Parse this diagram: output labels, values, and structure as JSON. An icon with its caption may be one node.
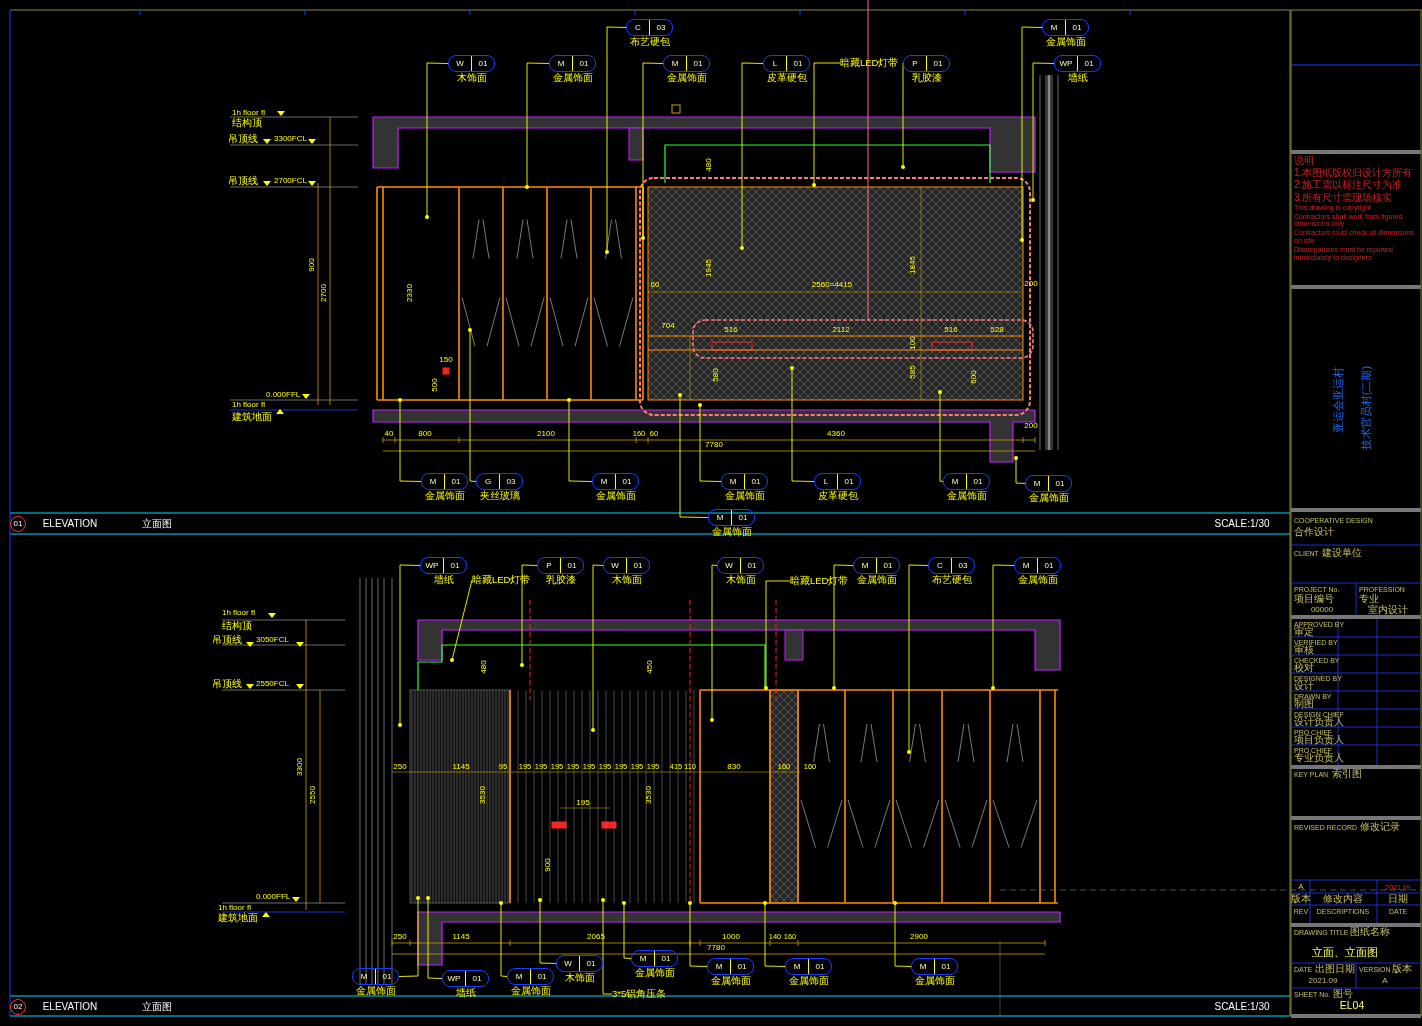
{
  "diagram": {
    "nodes": [
      {
        "text": [
          "W",
          "01"
        ],
        "beside": [
          "木饰面"
        ]
      },
      {
        "text": [
          "M",
          "01"
        ],
        "beside": [
          "金属饰面"
        ]
      },
      {
        "text": [
          "C",
          "03"
        ],
        "beside": [
          "布艺硬包"
        ]
      },
      {
        "text": [
          "M",
          "01"
        ],
        "beside": [
          "金属饰面"
        ]
      },
      {
        "text": [
          "L",
          "01"
        ],
        "beside": [
          "皮革硬包"
        ]
      },
      {
        "text": [
          "暗藏LED灯带"
        ]
      },
      {
        "text": [
          "P",
          "01"
        ],
        "beside": [
          "乳胶漆"
        ]
      },
      {
        "text": [
          "M",
          "01"
        ],
        "beside": [
          "金属饰面"
        ]
      },
      {
        "text": [
          "WP",
          "01"
        ],
        "beside": [
          "墙纸"
        ]
      },
      {
        "text": [
          "M",
          "01"
        ],
        "beside": [
          "金属饰面"
        ]
      },
      {
        "text": [
          "G",
          "03"
        ],
        "beside": [
          "夹丝玻璃"
        ]
      },
      {
        "text": [
          "M",
          "01"
        ],
        "beside": [
          "金属饰面"
        ]
      },
      {
        "text": [
          "M",
          "01"
        ],
        "beside": [
          "金属饰面"
        ]
      },
      {
        "text": [
          "L",
          "01"
        ],
        "beside": [
          "皮革硬包"
        ]
      },
      {
        "text": [
          "M",
          "01"
        ],
        "beside": [
          "金属饰面"
        ]
      },
      {
        "text": [
          "M",
          "01"
        ],
        "beside": [
          "金属饰面"
        ]
      },
      {
        "text": [
          "M",
          "01"
        ],
        "beside": [
          "金属饰面"
        ]
      },
      {
        "text": [
          "WP",
          "01"
        ],
        "beside": [
          "墙纸"
        ]
      },
      {
        "text": [
          "暗藏LED灯带"
        ]
      },
      {
        "text": [
          "P",
          "01"
        ],
        "beside": [
          "乳胶漆"
        ]
      },
      {
        "text": [
          "W",
          "01"
        ],
        "beside": [
          "木饰面"
        ]
      },
      {
        "text": [
          "W",
          "01"
        ],
        "beside": [
          "木饰面"
        ]
      },
      {
        "text": [
          "暗藏LED灯带"
        ]
      },
      {
        "text": [
          "M",
          "01"
        ],
        "beside": [
          "金属饰面"
        ]
      },
      {
        "text": [
          "C",
          "03"
        ],
        "beside": [
          "布艺硬包"
        ]
      },
      {
        "text": [
          "M",
          "01"
        ],
        "beside": [
          "金属饰面"
        ]
      },
      {
        "text": [
          "M",
          "01"
        ],
        "beside": [
          "金属饰面"
        ]
      },
      {
        "text": [
          "WP",
          "01"
        ],
        "beside": [
          "墙纸"
        ]
      },
      {
        "text": [
          "M",
          "01"
        ],
        "beside": [
          "金属饰面"
        ]
      },
      {
        "text": [
          "W",
          "01"
        ],
        "beside": [
          "木饰面"
        ]
      },
      {
        "text": [
          "M",
          "01"
        ],
        "beside": [
          "金属饰面"
        ]
      },
      {
        "text": [
          "M",
          "01"
        ],
        "beside": [
          "金属饰面"
        ]
      },
      {
        "text": [
          "M",
          "01"
        ],
        "beside": [
          "金属饰面"
        ]
      },
      {
        "text": [
          "M",
          "01"
        ],
        "beside": [
          "金属饰面"
        ]
      },
      {
        "text": [
          "3*5铝角压条"
        ]
      }
    ],
    "edges": [
      {
        "from": 0,
        "to": null,
        "arrow": "other"
      },
      {
        "from": 1,
        "to": null,
        "arrow": "other"
      },
      {
        "from": 2,
        "to": null,
        "arrow": "other"
      },
      {
        "from": 3,
        "to": null,
        "arrow": "other"
      },
      {
        "from": 4,
        "to": null,
        "arrow": "other"
      },
      {
        "from": 5,
        "to": null,
        "arrow": "other"
      },
      {
        "from": 6,
        "to": null,
        "arrow": "other"
      },
      {
        "from": 7,
        "to": null,
        "arrow": "other"
      },
      {
        "from": 8,
        "to": null,
        "arrow": "other"
      },
      {
        "from": 9,
        "to": null,
        "arrow": "other"
      },
      {
        "from": 10,
        "to": null,
        "arrow": "other"
      },
      {
        "from": 11,
        "to": null,
        "arrow": "other"
      },
      {
        "from": 12,
        "to": null,
        "arrow": "other"
      },
      {
        "from": 13,
        "to": null,
        "arrow": "other"
      },
      {
        "from": 14,
        "to": null,
        "arrow": "other"
      },
      {
        "from": 15,
        "to": null,
        "arrow": "other"
      },
      {
        "from": 16,
        "to": null,
        "arrow": "other"
      },
      {
        "from": 17,
        "to": null,
        "arrow": "other"
      },
      {
        "from": 18,
        "to": null,
        "arrow": "other"
      },
      {
        "from": 19,
        "to": null,
        "arrow": "other"
      },
      {
        "from": 20,
        "to": null,
        "arrow": "other"
      },
      {
        "from": 21,
        "to": null,
        "arrow": "other"
      },
      {
        "from": 22,
        "to": null,
        "arrow": "other"
      },
      {
        "from": 23,
        "to": null,
        "arrow": "other"
      },
      {
        "from": 24,
        "to": null,
        "arrow": "other"
      },
      {
        "from": 25,
        "to": null,
        "arrow": "other"
      },
      {
        "from": 26,
        "to": null,
        "arrow": "other"
      },
      {
        "from": 27,
        "to": null,
        "arrow": "other"
      },
      {
        "from": 28,
        "to": null,
        "arrow": "other"
      },
      {
        "from": 29,
        "to": null,
        "arrow": "other"
      },
      {
        "from": 30,
        "to": null,
        "arrow": "other"
      },
      {
        "from": 31,
        "to": null,
        "arrow": "other"
      },
      {
        "from": 32,
        "to": null,
        "arrow": "other"
      },
      {
        "from": 33,
        "to": null,
        "arrow": "other"
      },
      {
        "from": 34,
        "to": null,
        "arrow": "other"
      }
    ],
    "labels": [
      "1h floor fl",
      "结构顶",
      "吊顶线",
      "3300FCL",
      "吊顶线",
      "2700FCL",
      "480",
      "900",
      "2700",
      "2330",
      "1945",
      "1845",
      "60",
      "2560=4415",
      "200",
      "704",
      "516",
      "2112",
      "516",
      "528",
      "150",
      "100",
      "500",
      "580",
      "585",
      "600",
      "0.000FFL",
      "1h floor fl",
      "建筑地面",
      "40",
      "800",
      "2100",
      "160",
      "60",
      "4360",
      "200",
      "7780",
      "01",
      "ELEVATION",
      "立面图",
      "SCALE:1/30",
      "1h floor fl",
      "结构顶",
      "吊顶线",
      "3050FCL",
      "吊顶线",
      "2550FCL",
      "480",
      "450",
      "3300",
      "2550",
      "250",
      "1145",
      "95",
      "195",
      "195",
      "195",
      "195",
      "195",
      "195",
      "195",
      "195",
      "195",
      "415",
      "110",
      "830",
      "160",
      "160",
      "3530",
      "3530",
      "195",
      "900",
      "0.000FFL",
      "1h floor fl",
      "建筑地面",
      "250",
      "1145",
      "2065",
      "1000",
      "140",
      "160",
      "2900",
      "7780",
      "02",
      "ELEVATION",
      "立面图",
      "SCALE:1/30",
      "说明",
      "1.本图纸版权归设计方所有",
      "2.施工需以标注尺寸为准",
      "3.所有尺寸需现场核实",
      "This drawing is copyright",
      "Contractors shall work from figured dimensions only",
      "Contractors must check all dimensions on site",
      "Discrepancies must be reported immediately to designers",
      "亚运会亚运村",
      "技术官员村(二期)",
      "COOPERATIVE DESIGN",
      "合作设计",
      "CLIENT",
      "建设单位",
      "PROJECT No.",
      "项目编号",
      "00000",
      "PROFESSION",
      "专业",
      "室内设计",
      "APPROVED BY",
      "审定",
      "VERIFIED BY",
      "审核",
      "CHECKED BY",
      "校对",
      "DESIGNED BY",
      "设计",
      "DRAWN BY",
      "制图",
      "DESIGN CHIEF",
      "设计负责人",
      "PRO CHIEF",
      "项目负责人",
      "PRO CHIEF",
      "专业负责人",
      "KEY PLAN",
      "索引图",
      "REVISED RECORD",
      "修改记录",
      "A",
      "2021.09",
      "版本",
      "修改内容",
      "日期",
      "REV",
      "DESCRIPTIONS",
      "DATE",
      "DRAWING TITLE",
      "图纸名称",
      "立面、立面图",
      "DATE",
      "出图日期",
      "2021.09",
      "VERSION",
      "版本",
      "A",
      "SHEET No.",
      "图号",
      "EL04"
    ]
  }
}
